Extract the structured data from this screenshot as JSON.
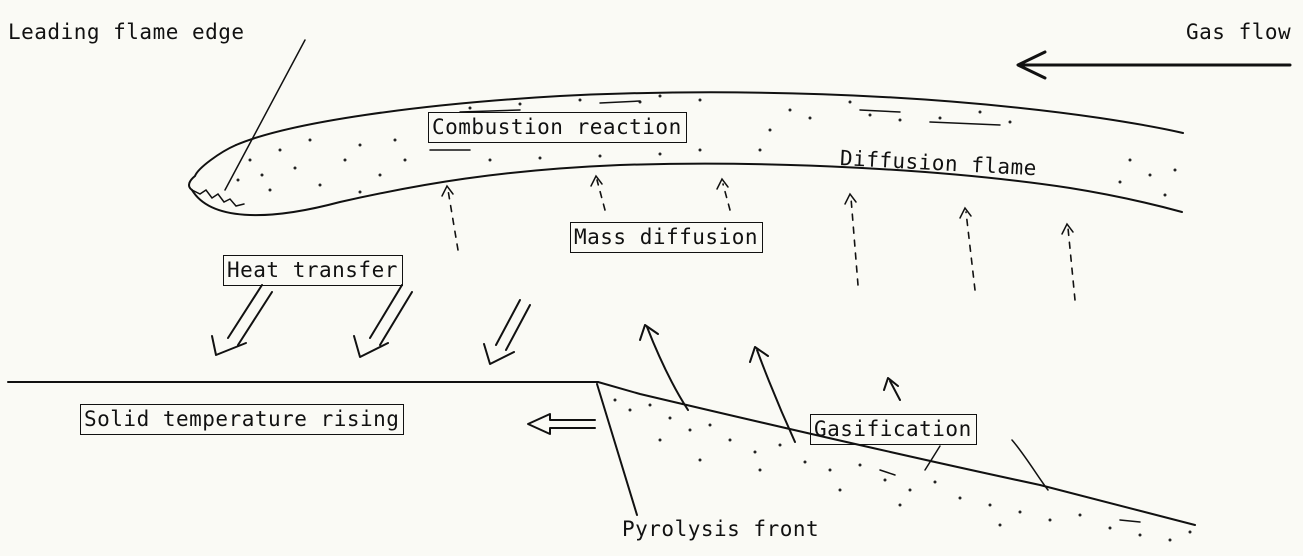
{
  "labels": {
    "leading_flame_edge": "Leading flame edge",
    "gas_flow": "Gas flow",
    "combustion_reaction": "Combustion reaction",
    "diffusion_flame": "Diffusion flame",
    "mass_diffusion": "Mass diffusion",
    "heat_transfer": "Heat transfer",
    "solid_temperature_rising": "Solid temperature rising",
    "gasification": "Gasification",
    "pyrolysis_front": "Pyrolysis front"
  },
  "colors": {
    "ink": "#111111",
    "paper": "#fafaf5"
  }
}
